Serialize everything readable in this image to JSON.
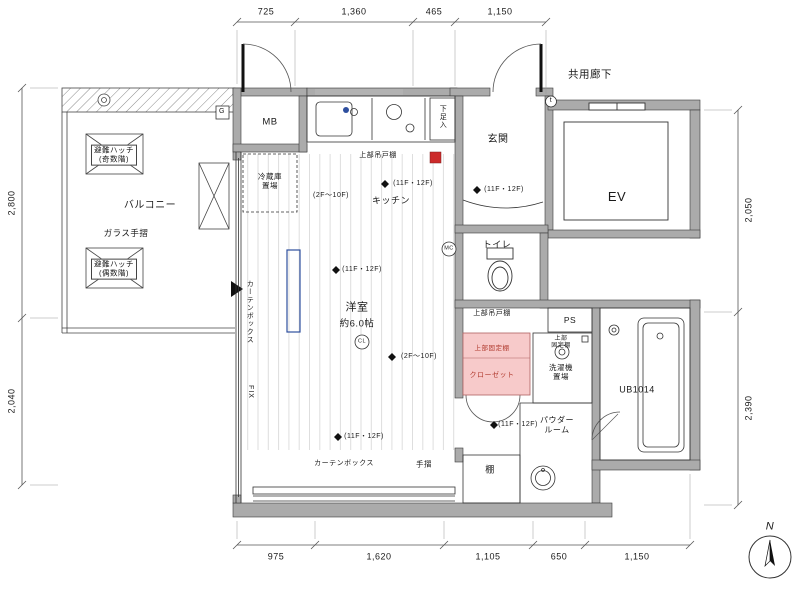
{
  "dims": {
    "top": [
      "725",
      "1,360",
      "465",
      "1,150"
    ],
    "bottom": [
      "975",
      "1,620",
      "1,105",
      "650",
      "1,150"
    ],
    "left": [
      "2,800",
      "2,040"
    ],
    "right": [
      "2,050",
      "2,390"
    ]
  },
  "labels": {
    "common_corridor": "共用廊下",
    "mb": "MB",
    "entrance": "玄関",
    "ev": "EV",
    "balcony": "バルコニー",
    "glass_rail": "ガラス手摺",
    "hatch_odd": "避難ハッチ\n(奇数階)",
    "hatch_even": "避難ハッチ\n(偶数階)",
    "fridge": "冷蔵庫\n置場",
    "kitchen": "キッチン",
    "upper_hanging_shelf": "上部吊戸棚",
    "shoe_box": "下足入",
    "toilet": "トイレ",
    "ps": "PS",
    "room": "洋室",
    "room_size": "約6.0帖",
    "curtain_box": "カーテンボックス",
    "fix": "FIX",
    "closet": "クローゼット",
    "upper_fixed_shelf": "上部固定棚",
    "upper_fixed_shelf_2line": "上部\n固定棚",
    "laundry": "洗濯機\n置場",
    "powder_room": "パウダー\nルーム",
    "bath": "UB1014",
    "shelf": "棚",
    "handrail": "手摺",
    "north": "N"
  },
  "annotations": {
    "floors_11_12": "(11F・12F)",
    "floors_2_10": "(2F〜10F)"
  },
  "symbols": {
    "g": "G",
    "t": "t",
    "mc": "MC",
    "cl": "CL"
  },
  "colors": {
    "wall": "#ababab",
    "closet_fill": "#f7caca",
    "closet_text": "#b03a2e",
    "accent_blue": "#2e4f9e",
    "accent_red": "#cc2a2a"
  }
}
